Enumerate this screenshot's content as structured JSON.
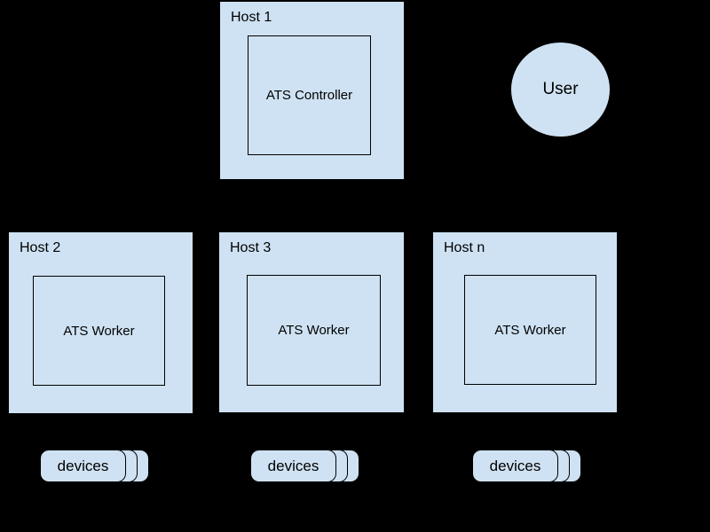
{
  "diagram": {
    "background_color": "#000000",
    "shape_fill_color": "#cfe2f3",
    "shape_border_color": "#000000",
    "text_color": "#000000"
  },
  "hosts": [
    {
      "label": "Host 1",
      "component": "ATS Controller"
    },
    {
      "label": "Host 2",
      "component": "ATS Worker"
    },
    {
      "label": "Host 3",
      "component": "ATS Worker"
    },
    {
      "label": "Host n",
      "component": "ATS Worker"
    }
  ],
  "user": {
    "label": "User"
  },
  "device_stacks": [
    {
      "label": "devices"
    },
    {
      "label": "devices"
    },
    {
      "label": "devices"
    }
  ]
}
